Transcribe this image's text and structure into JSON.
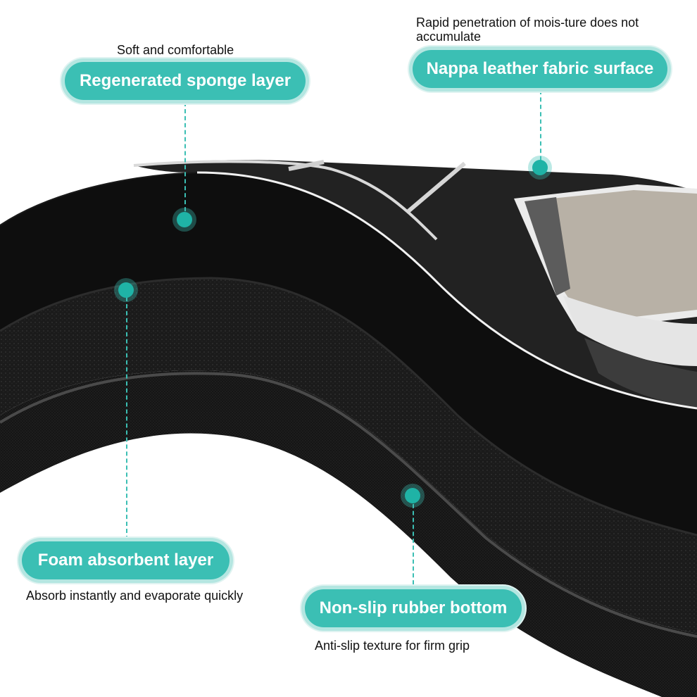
{
  "callouts": {
    "sponge": {
      "caption": "Soft and comfortable",
      "label": "Regenerated sponge layer"
    },
    "nappa": {
      "caption": "Rapid penetration of mois-ture does not accumulate",
      "label": "Nappa leather fabric surface"
    },
    "foam": {
      "label": "Foam absorbent layer",
      "caption": "Absorb instantly and evaporate quickly"
    },
    "rubber": {
      "label": "Non-slip rubber bottom",
      "caption": "Anti-slip texture for firm grip"
    }
  },
  "colors": {
    "accent": "#3bbfb4",
    "accent_dark": "#1fb3a6",
    "mat_top": "#222222",
    "pattern_tan": "#b8b1a6",
    "pattern_gray": "#5c5c5c"
  }
}
